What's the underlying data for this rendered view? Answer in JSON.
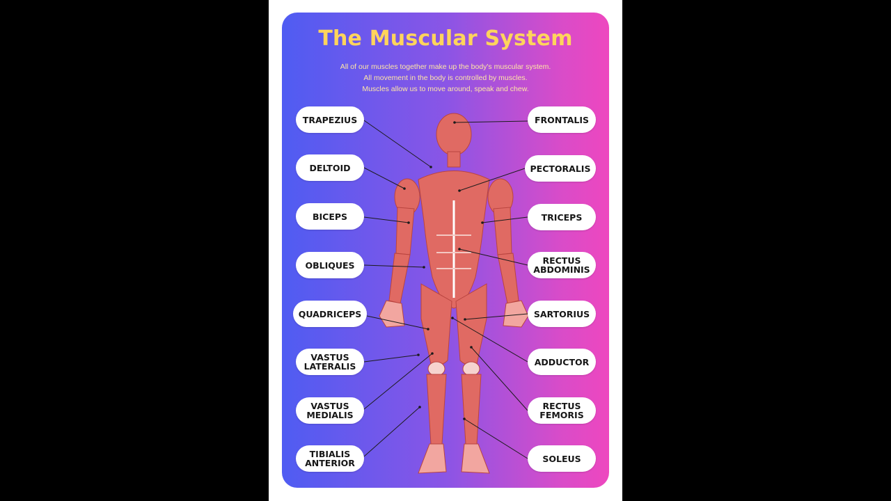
{
  "poster": {
    "title": "The Muscular System",
    "intro": [
      "All of our muscles together make up the body's muscular system.",
      "All movement in the body is controlled by muscles.",
      "Muscles allow us to move around, speak and chew."
    ]
  },
  "labels_left": [
    {
      "id": "trapezius",
      "text": "TRAPEZIUS"
    },
    {
      "id": "deltoid",
      "text": "DELTOID"
    },
    {
      "id": "biceps",
      "text": "BICEPS"
    },
    {
      "id": "obliques",
      "text": "OBLIQUES"
    },
    {
      "id": "quadriceps",
      "text": "QUADRICEPS"
    },
    {
      "id": "vastus-lateralis",
      "text": "VASTUS\nLATERALIS"
    },
    {
      "id": "vastus-medialis",
      "text": "VASTUS\nMEDIALIS"
    },
    {
      "id": "tibialis-anterior",
      "text": "TIBIALIS\nANTERIOR"
    }
  ],
  "labels_right": [
    {
      "id": "frontalis",
      "text": "FRONTALIS"
    },
    {
      "id": "pectoralis",
      "text": "PECTORALIS"
    },
    {
      "id": "triceps",
      "text": "TRICEPS"
    },
    {
      "id": "rectus-abdominis",
      "text": "RECTUS\nABDOMINIS"
    },
    {
      "id": "sartorius",
      "text": "SARTORIUS"
    },
    {
      "id": "adductor",
      "text": "ADDUCTOR"
    },
    {
      "id": "rectus-femoris",
      "text": "RECTUS\nFEMORIS"
    },
    {
      "id": "soleus",
      "text": "SOLEUS"
    }
  ]
}
